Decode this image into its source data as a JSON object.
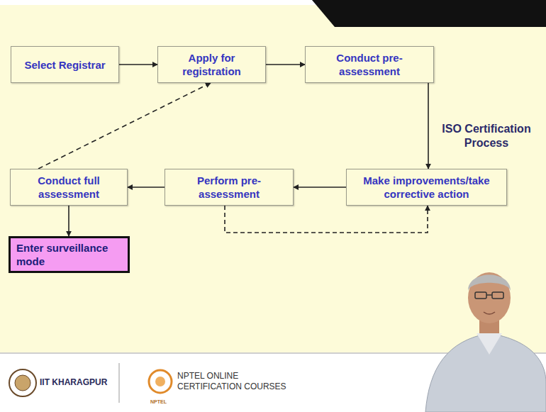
{
  "diagram": {
    "nodes": [
      {
        "text": [
          "Select Registrar"
        ]
      },
      {
        "text": [
          "Apply for registration"
        ]
      },
      {
        "text": [
          "Conduct pre-assessment"
        ]
      },
      {
        "text": [
          "Make improvements/take corrective action"
        ]
      },
      {
        "text": [
          "Perform pre-assessment"
        ]
      },
      {
        "text": [
          "Conduct full assessment"
        ]
      },
      {
        "text": [
          "Enter surveillance mode"
        ]
      }
    ],
    "edges": [
      {
        "from": 0,
        "to": 1,
        "arrow": "to"
      },
      {
        "from": 1,
        "to": 2,
        "arrow": "to"
      },
      {
        "from": 2,
        "to": 3,
        "arrow": "to"
      },
      {
        "from": 3,
        "to": 4,
        "arrow": "to"
      },
      {
        "from": 4,
        "to": 5,
        "arrow": "to"
      },
      {
        "from": 5,
        "to": 1,
        "arrow": "to"
      },
      {
        "from": 4,
        "to": 3,
        "arrow": "to"
      },
      {
        "from": 5,
        "to": 6,
        "arrow": "to"
      }
    ],
    "labels": [
      "ISO Certification Process",
      "IIT KHARAGPUR",
      "NPTEL ONLINE CERTIFICATION COURSES",
      "NPTEL"
    ]
  }
}
